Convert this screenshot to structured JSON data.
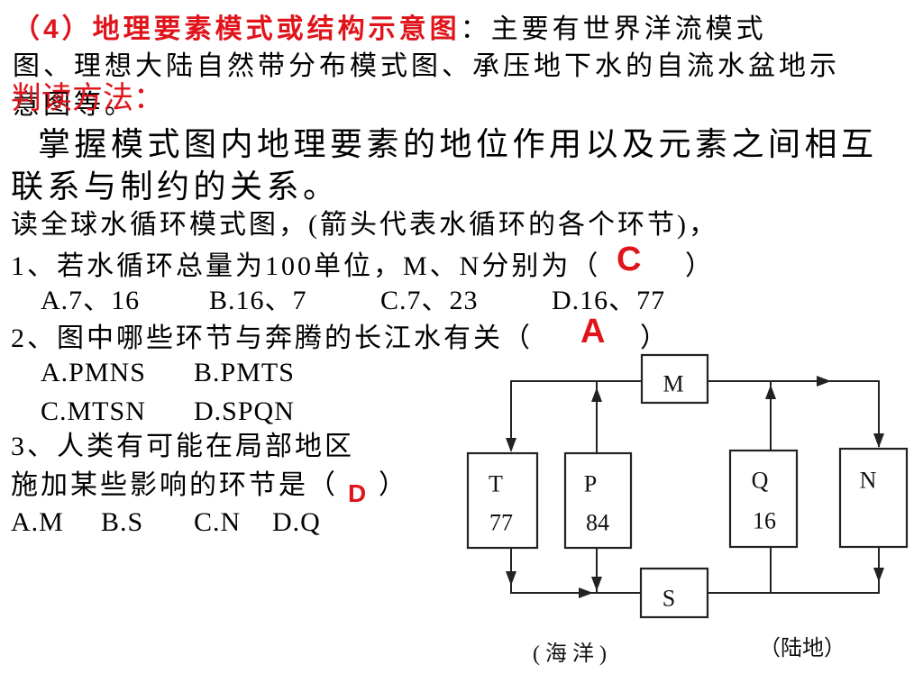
{
  "colors": {
    "accent": "#e0141b",
    "text": "#000000",
    "stroke": "#222222"
  },
  "heading": {
    "label": "（4）地理要素模式或结构示意图",
    "colon": "：",
    "desc_lines": [
      "主要有世界洋流模式",
      "图、理想大陆自然带分布模式图、承压地下水的自流水盆地示",
      "意图等。"
    ]
  },
  "method": {
    "title": "判读方法：",
    "body_lines": [
      "掌握模式图内地理要素的地位作用以及元素之间相互",
      "联系与制约的关系。"
    ]
  },
  "intro": "读全球水循环模式图，(箭头代表水循环的各个环节)，",
  "questions": [
    {
      "stem": "1、若水循环总量为100单位，M、N分别为（",
      "close": "）",
      "answer": "C",
      "options": [
        "A.7、16",
        "B.16、7",
        "C.7、23",
        "D.16、77"
      ]
    },
    {
      "stem": "2、图中哪些环节与奔腾的长江水有关（",
      "close": "）",
      "answer": "A",
      "options": [
        "A.PMNS",
        "B.PMTS",
        "C.MTSN",
        "D.SPQN"
      ]
    },
    {
      "stem_lines": [
        "3、人类有可能在局部地区",
        "施加某些影响的环节是（"
      ],
      "close": "）",
      "answer": "D",
      "options": [
        "A.M",
        "B.S",
        "C.N",
        "D.Q"
      ]
    }
  ],
  "diagram": {
    "M": {
      "label": "M"
    },
    "T": {
      "label": "T",
      "value": "77"
    },
    "P": {
      "label": "P",
      "value": "84"
    },
    "Q": {
      "label": "Q",
      "value": "16"
    },
    "N": {
      "label": "N"
    },
    "S": {
      "label": "S"
    },
    "ocean_label": "( 海 洋 )",
    "land_label": "（陆地）"
  }
}
